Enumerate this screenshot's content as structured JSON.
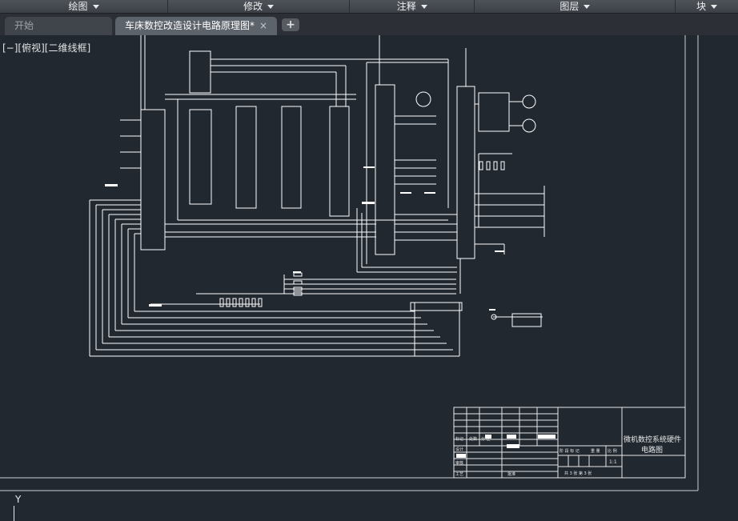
{
  "menubar": {
    "items": [
      {
        "label": "绘图"
      },
      {
        "label": "修改"
      },
      {
        "label": "注释"
      },
      {
        "label": "图层"
      },
      {
        "label": "块"
      }
    ]
  },
  "tabs": {
    "start": "开始",
    "drawing": "车床数控改造设计电路原理图*",
    "close_glyph": "×",
    "add_glyph": "+"
  },
  "viewport": {
    "label": "[−][俯视][二维线框]"
  },
  "title_block": {
    "drawing_title_line1": "微机数控系统硬件",
    "drawing_title_line2": "电路图",
    "row_labels": [
      "标记",
      "处数",
      "分 区"
    ],
    "design_label": "设计",
    "check_label": "审核",
    "process_label": "工艺",
    "approve_label": "批准",
    "stage_labels": "阶 段 标 记",
    "weight_label": "重 量",
    "scale_label": "比 例",
    "scale_value": "1:1",
    "sheet_info": "共 3 张  第 3 张"
  },
  "ucs": {
    "y_axis": "Y"
  },
  "colors": {
    "canvas": "#212830",
    "line": "#ffffff",
    "frame": "#cfcfcf"
  }
}
